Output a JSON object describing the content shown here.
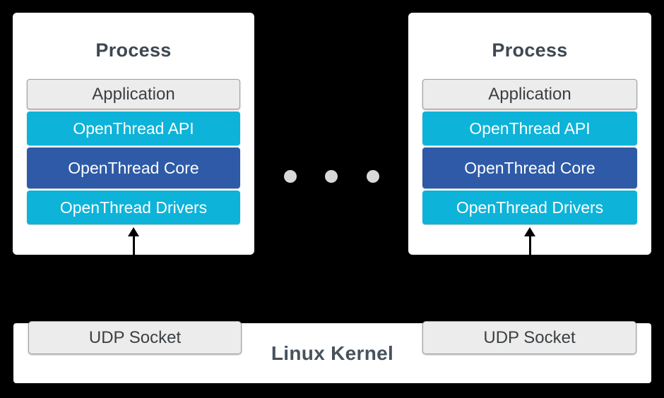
{
  "colors": {
    "bg": "#000000",
    "card": "#ffffff",
    "cyan": "#0db3d9",
    "blue": "#2e5aa7",
    "gray-fill": "#ececec",
    "gray-border": "#9aa0a6",
    "dot": "#d9d9d9",
    "ink": "#3e4852",
    "text-dark": "#3c4043",
    "kernel-ink": "#47525c",
    "arrow": "#000000"
  },
  "processes": [
    {
      "title": "Process",
      "layers": [
        {
          "label": "Application"
        },
        {
          "label": "OpenThread API"
        },
        {
          "label": "OpenThread Core"
        },
        {
          "label": "OpenThread Drivers"
        }
      ]
    },
    {
      "title": "Process",
      "layers": [
        {
          "label": "Application"
        },
        {
          "label": "OpenThread API"
        },
        {
          "label": "OpenThread Core"
        },
        {
          "label": "OpenThread Drivers"
        }
      ]
    }
  ],
  "ellipsis": {
    "dot_count": 3
  },
  "kernel": {
    "label": "Linux Kernel",
    "sockets": [
      "UDP Socket",
      "UDP Socket"
    ]
  }
}
